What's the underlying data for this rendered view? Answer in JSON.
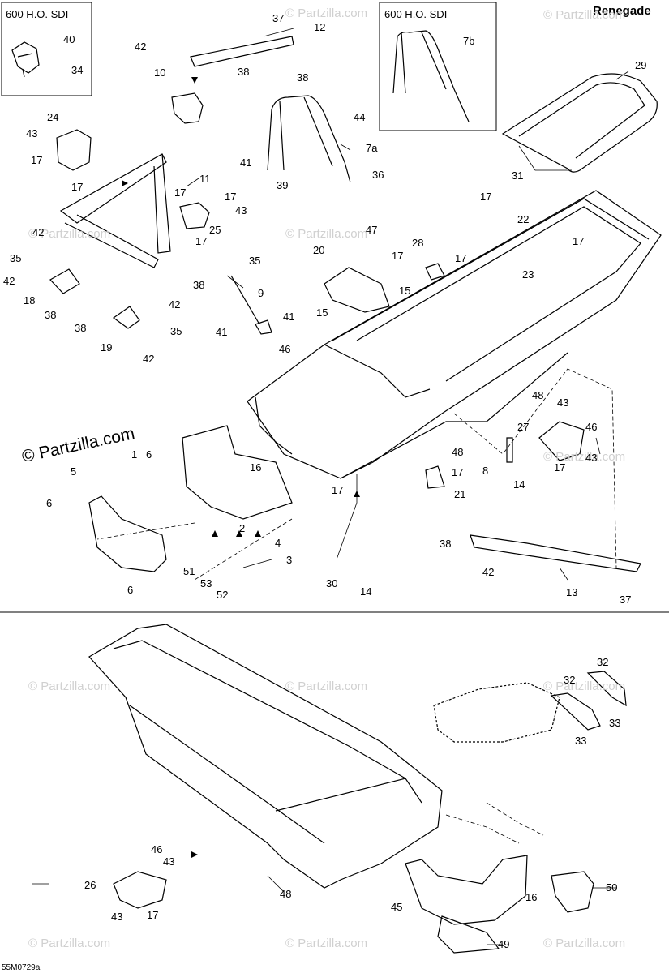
{
  "header": {
    "model": "Renegade"
  },
  "insets": [
    {
      "title": "600 H.O. SDI",
      "labels": [
        "40",
        "34"
      ]
    },
    {
      "title": "600 H.O. SDI",
      "labels": [
        "7b"
      ]
    }
  ],
  "watermark": {
    "main": "© Partzilla.com",
    "repeat": "© Partzilla.com"
  },
  "drawing_code": "55M0729a",
  "callouts": [
    "37",
    "12",
    "42",
    "38",
    "10",
    "38",
    "44",
    "7a",
    "41",
    "39",
    "36",
    "29",
    "31",
    "24",
    "43",
    "17",
    "17",
    "11",
    "17",
    "17",
    "43",
    "25",
    "17",
    "42",
    "35",
    "42",
    "18",
    "38",
    "35",
    "38",
    "9",
    "41",
    "41",
    "46",
    "42",
    "38",
    "19",
    "35",
    "42",
    "47",
    "20",
    "15",
    "15",
    "28",
    "17",
    "17",
    "17",
    "22",
    "17",
    "23",
    "48",
    "43",
    "27",
    "46",
    "17",
    "43",
    "1",
    "6",
    "5",
    "16",
    "6",
    "6",
    "17",
    "2",
    "4",
    "51",
    "3",
    "53",
    "52",
    "30",
    "14",
    "48",
    "17",
    "21",
    "8",
    "14",
    "38",
    "42",
    "13",
    "37",
    "32",
    "32",
    "33",
    "33",
    "46",
    "43",
    "26",
    "43",
    "17",
    "48",
    "45",
    "16",
    "50",
    "49"
  ]
}
